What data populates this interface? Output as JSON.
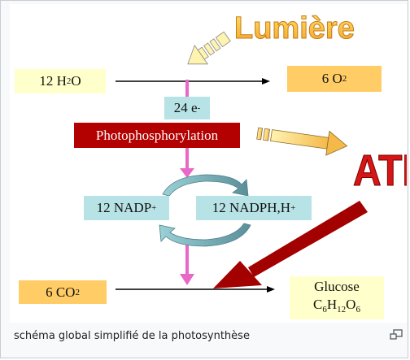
{
  "figure": {
    "lumiere": "Lumière",
    "atp": "ATP",
    "water": {
      "coef": "12 H",
      "sub": "2",
      "tail": "O"
    },
    "oxygen": {
      "coef": "6 O",
      "sub": "2"
    },
    "electrons": {
      "text": "24 e",
      "sup": "-"
    },
    "photophosphorylation": "Photophosphorylation",
    "nadp": {
      "text": "12 NADP",
      "sup": "+"
    },
    "nadph": {
      "text": "12 NADPH,H",
      "sup": "+"
    },
    "co2": {
      "coef": "6 CO",
      "sub": "2"
    },
    "glucose": {
      "name": "Glucose",
      "f1": "C",
      "s1": "6",
      "f2": "H",
      "s2": "12",
      "f3": "O",
      "s3": "6"
    }
  },
  "caption": "schéma global simplifié de la photosynthèse",
  "colors": {
    "pink": "#e868c8",
    "red": "#b30000",
    "yellow": "#ffdd66"
  },
  "icons": {
    "enlarge": "enlarge-icon"
  }
}
